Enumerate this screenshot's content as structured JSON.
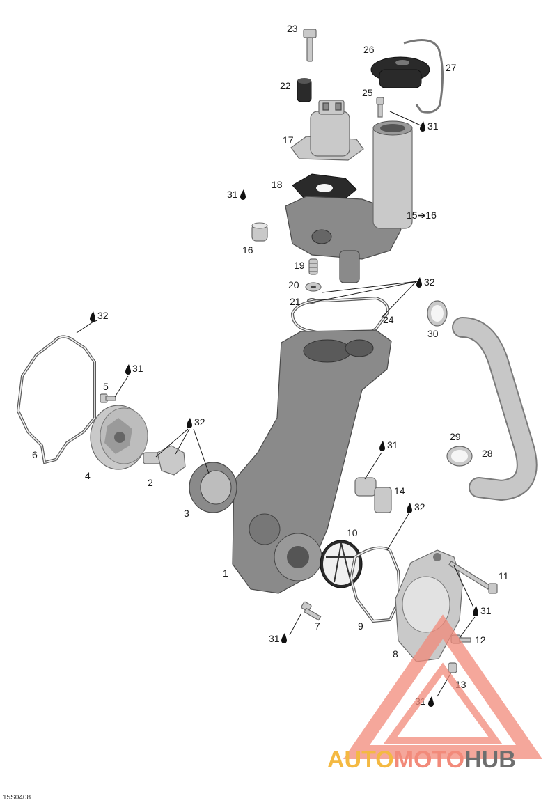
{
  "diagram": {
    "callouts": [
      {
        "id": "c1",
        "text": "1"
      },
      {
        "id": "c2",
        "text": "2"
      },
      {
        "id": "c3",
        "text": "3"
      },
      {
        "id": "c4",
        "text": "4"
      },
      {
        "id": "c5",
        "text": "5"
      },
      {
        "id": "c6",
        "text": "6"
      },
      {
        "id": "c7",
        "text": "7"
      },
      {
        "id": "c8",
        "text": "8"
      },
      {
        "id": "c9",
        "text": "9"
      },
      {
        "id": "c10",
        "text": "10"
      },
      {
        "id": "c11",
        "text": "11"
      },
      {
        "id": "c12",
        "text": "12"
      },
      {
        "id": "c13",
        "text": "13"
      },
      {
        "id": "c14",
        "text": "14"
      },
      {
        "id": "c15",
        "text": "15➔16"
      },
      {
        "id": "c16",
        "text": "16"
      },
      {
        "id": "c17",
        "text": "17"
      },
      {
        "id": "c18",
        "text": "18"
      },
      {
        "id": "c19",
        "text": "19"
      },
      {
        "id": "c20",
        "text": "20"
      },
      {
        "id": "c21",
        "text": "21"
      },
      {
        "id": "c22",
        "text": "22"
      },
      {
        "id": "c23",
        "text": "23"
      },
      {
        "id": "c24",
        "text": "24"
      },
      {
        "id": "c25",
        "text": "25"
      },
      {
        "id": "c26",
        "text": "26"
      },
      {
        "id": "c27",
        "text": "27"
      },
      {
        "id": "c28",
        "text": "28"
      },
      {
        "id": "c29",
        "text": "29"
      },
      {
        "id": "c30",
        "text": "30"
      }
    ],
    "lube_notes": [
      {
        "id": "n31a",
        "text": "31"
      },
      {
        "id": "n31b",
        "text": "31"
      },
      {
        "id": "n31c",
        "text": "31"
      },
      {
        "id": "n31d",
        "text": "31"
      },
      {
        "id": "n31e",
        "text": "31"
      },
      {
        "id": "n31f",
        "text": "31"
      },
      {
        "id": "n31g",
        "text": "31"
      },
      {
        "id": "n32a",
        "text": "32"
      },
      {
        "id": "n32b",
        "text": "32"
      },
      {
        "id": "n32c",
        "text": "32"
      },
      {
        "id": "n32d",
        "text": "32"
      }
    ],
    "lube_icon": "oil-drop-icon",
    "code": "15S0408"
  },
  "watermark": {
    "part1": "AUTO",
    "part2": "MOTO",
    "part3": "HUB",
    "colors": {
      "auto": "#f4b942",
      "moto": "#f28a7a",
      "hub": "#6e6e6e",
      "triangle": "#f28a7a"
    }
  }
}
